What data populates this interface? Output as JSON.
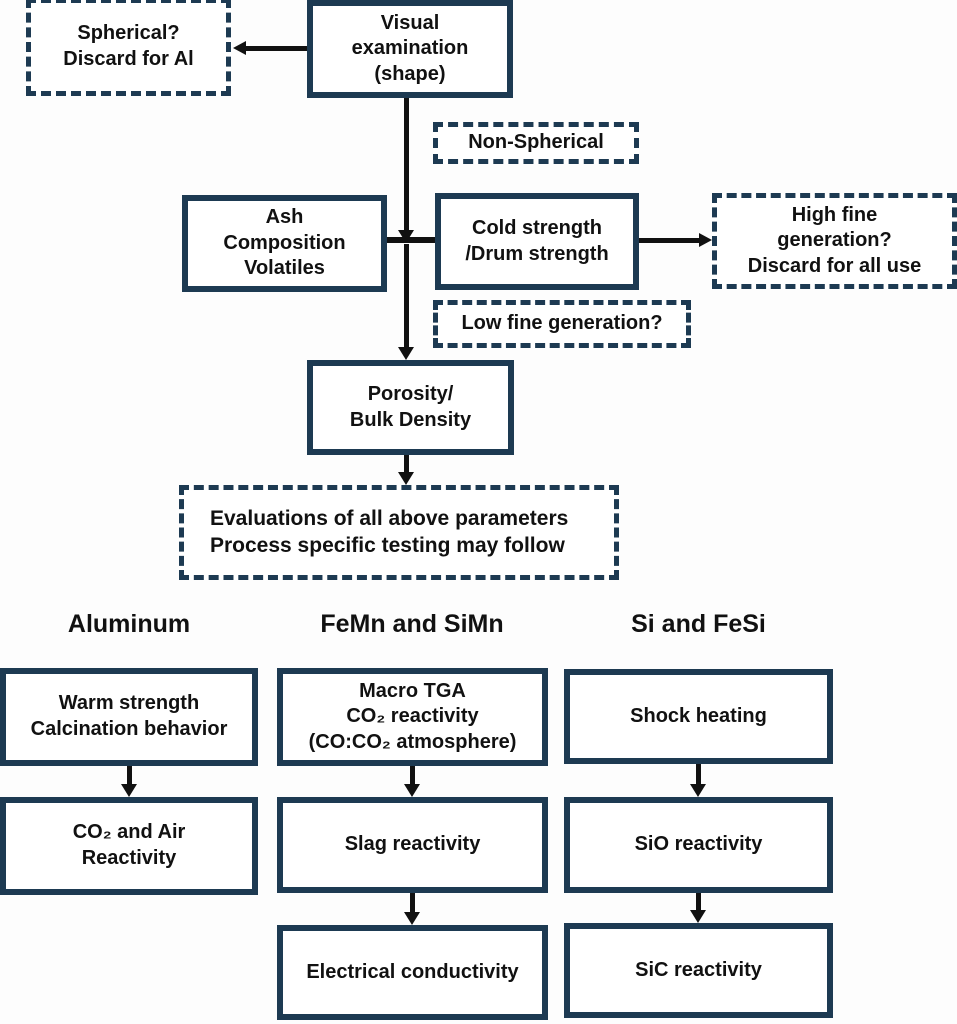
{
  "palette": {
    "border_navy": "#1d3a52",
    "text": "#111111",
    "arrow": "#111111",
    "background": "#fdfdfd"
  },
  "flowchart": {
    "boxes": {
      "spherical": {
        "text": "Spherical?\nDiscard for Al",
        "style": "dashed"
      },
      "visual": {
        "text": "Visual\nexamination\n(shape)",
        "style": "solid"
      },
      "non_spherical": {
        "text": "Non-Spherical",
        "style": "dashed"
      },
      "ash": {
        "text": "Ash\nComposition\nVolatiles",
        "style": "solid"
      },
      "cold": {
        "text": "Cold strength\n/Drum strength",
        "style": "solid"
      },
      "high_fine": {
        "text": "High fine\ngeneration?\nDiscard for all use",
        "style": "dashed"
      },
      "low_fine": {
        "text": "Low fine generation?",
        "style": "dashed"
      },
      "porosity": {
        "text": "Porosity/\nBulk Density",
        "style": "solid"
      },
      "evaluations": {
        "text": "Evaluations of all above parameters\nProcess specific testing may follow",
        "style": "dashed"
      }
    },
    "columns": [
      {
        "header": "Aluminum",
        "boxes": [
          "Warm strength\nCalcination behavior",
          "CO₂ and Air\nReactivity"
        ]
      },
      {
        "header": "FeMn and SiMn",
        "boxes": [
          "Macro TGA\nCO₂ reactivity\n(CO:CO₂ atmosphere)",
          "Slag reactivity",
          "Electrical conductivity"
        ]
      },
      {
        "header": "Si and FeSi",
        "boxes": [
          "Shock heating",
          "SiO reactivity",
          "SiC reactivity"
        ]
      }
    ]
  }
}
